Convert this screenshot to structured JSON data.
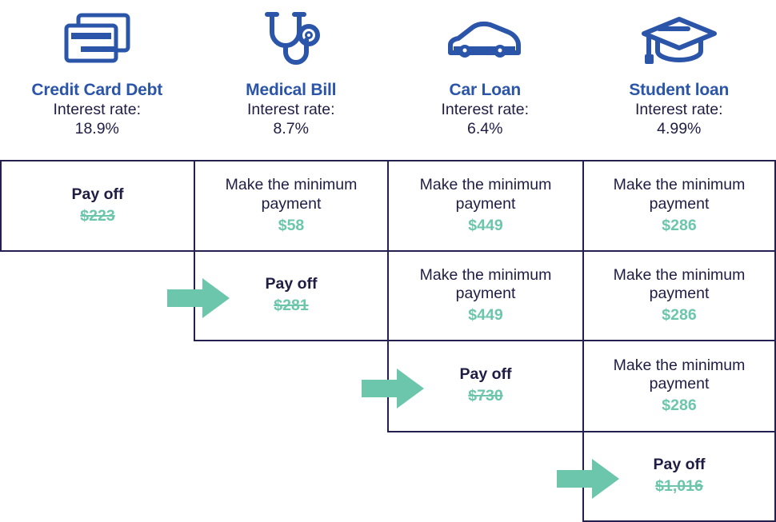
{
  "debts": [
    {
      "icon": "credit-cards-icon",
      "name": "Credit Card Debt",
      "rate_label": "Interest rate:",
      "rate_value": "18.9%"
    },
    {
      "icon": "stethoscope-icon",
      "name": "Medical Bill",
      "rate_label": "Interest rate:",
      "rate_value": "8.7%"
    },
    {
      "icon": "car-icon",
      "name": "Car Loan",
      "rate_label": "Interest rate:",
      "rate_value": "6.4%"
    },
    {
      "icon": "graduation-cap-icon",
      "name": "Student loan",
      "rate_label": "Interest rate:",
      "rate_value": "4.99%"
    }
  ],
  "rows": [
    {
      "cells": [
        {
          "action": "Pay off",
          "amount": "$223",
          "payoff": true,
          "struck": true
        },
        {
          "action": "Make the minimum payment",
          "amount": "$58",
          "payoff": false,
          "struck": false
        },
        {
          "action": "Make the minimum payment",
          "amount": "$449",
          "payoff": false,
          "struck": false
        },
        {
          "action": "Make the minimum payment",
          "amount": "$286",
          "payoff": false,
          "struck": false
        }
      ]
    },
    {
      "cells": [
        {
          "empty": true
        },
        {
          "action": "Pay off",
          "amount": "$281",
          "payoff": true,
          "struck": true
        },
        {
          "action": "Make the minimum payment",
          "amount": "$449",
          "payoff": false,
          "struck": false
        },
        {
          "action": "Make the minimum payment",
          "amount": "$286",
          "payoff": false,
          "struck": false
        }
      ]
    },
    {
      "cells": [
        {
          "empty": true
        },
        {
          "empty": true
        },
        {
          "action": "Pay off",
          "amount": "$730",
          "payoff": true,
          "struck": true
        },
        {
          "action": "Make the minimum payment",
          "amount": "$286",
          "payoff": false,
          "struck": false
        }
      ]
    },
    {
      "cells": [
        {
          "empty": true
        },
        {
          "empty": true
        },
        {
          "empty": true
        },
        {
          "action": "Pay off",
          "amount": "$1,016",
          "payoff": true,
          "struck": true
        }
      ]
    }
  ],
  "arrows": [
    {
      "name": "rollover-arrow-to-medical-bill"
    },
    {
      "name": "rollover-arrow-to-car-loan"
    },
    {
      "name": "rollover-arrow-to-student-loan"
    }
  ],
  "colors": {
    "title_blue": "#2b55a8",
    "text_navy": "#201d45",
    "border_navy": "#231f4f",
    "accent_green": "#6bc6ac"
  }
}
